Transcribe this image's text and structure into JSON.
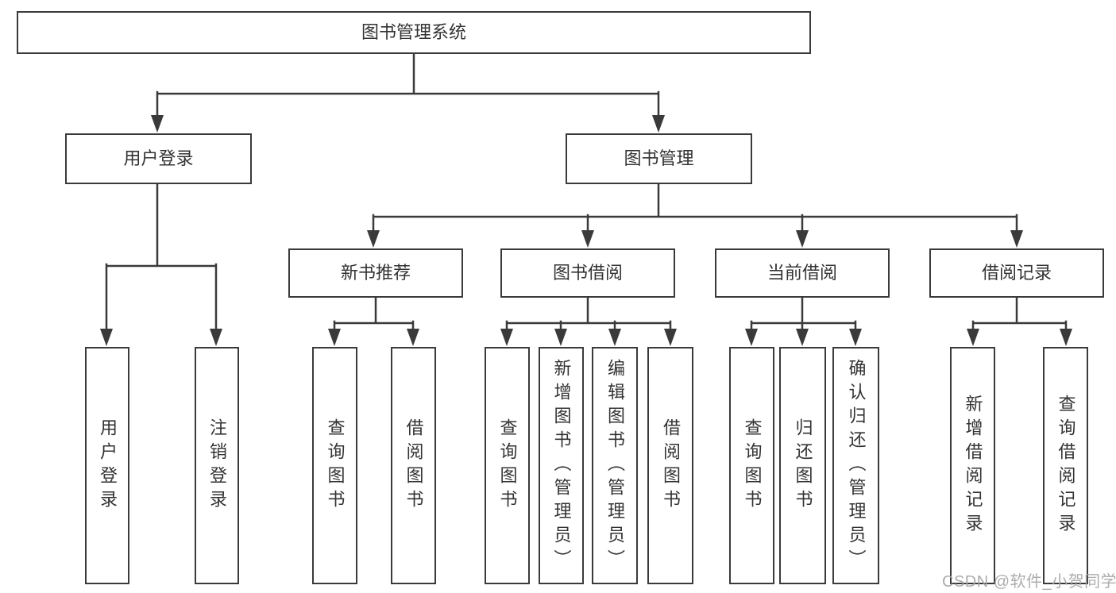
{
  "diagram": {
    "tree": {
      "root": "图书管理系统",
      "branches": [
        {
          "label": "用户登录",
          "children": [
            "用户登录",
            "注销登录"
          ]
        },
        {
          "label": "图书管理",
          "sections": [
            {
              "label": "新书推荐",
              "children": [
                "查询图书",
                "借阅图书"
              ]
            },
            {
              "label": "图书借阅",
              "children": [
                "查询图书",
                "新增图书（管理员）",
                "编辑图书（管理员）",
                "借阅图书"
              ]
            },
            {
              "label": "当前借阅",
              "children": [
                "查询图书",
                "归还图书",
                "确认归还（管理员）"
              ]
            },
            {
              "label": "借阅记录",
              "children": [
                "新增借阅记录",
                "查询借阅记录"
              ]
            }
          ]
        }
      ]
    },
    "colors": {
      "line": "#3a3a3a",
      "box_border": "#3a3a3a",
      "text": "#333333",
      "background": "#ffffff",
      "watermark": "#a6a6a6"
    },
    "watermark": {
      "text": "CSDN @软件_小贺同学"
    }
  }
}
